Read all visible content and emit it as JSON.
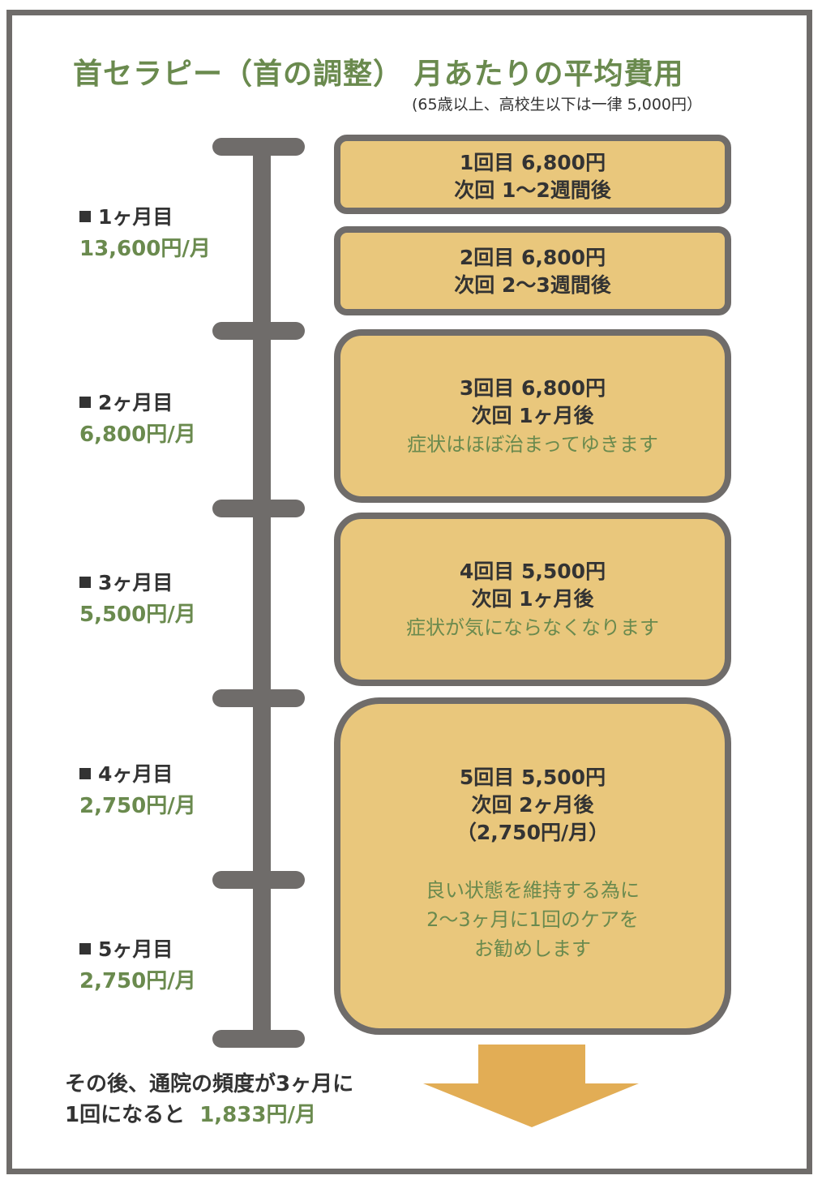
{
  "title": "首セラピー（首の調整） 月あたりの平均費用",
  "subtitle": "(65歳以上、高校生以下は一律 5,000円）",
  "months": [
    {
      "label": "1ヶ月目",
      "cost": "13,600円/月"
    },
    {
      "label": "2ヶ月目",
      "cost": "6,800円/月"
    },
    {
      "label": "3ヶ月目",
      "cost": "5,500円/月"
    },
    {
      "label": "4ヶ月目",
      "cost": "2,750円/月"
    },
    {
      "label": "5ヶ月目",
      "cost": "2,750円/月"
    }
  ],
  "visits": [
    {
      "price": "1回目 6,800円",
      "next": "次回 1〜2週間後"
    },
    {
      "price": "2回目 6,800円",
      "next": "次回 2〜3週間後"
    },
    {
      "price": "3回目 6,800円",
      "next": "次回 1ヶ月後",
      "note": "症状はほぼ治まってゆきます"
    },
    {
      "price": "4回目 5,500円",
      "next": "次回 1ヶ月後",
      "note": "症状が気にならなくなります"
    },
    {
      "price": "5回目 5,500円",
      "next": "次回 2ヶ月後",
      "per_month": "（2,750円/月）",
      "note_lines": [
        "良い状態を維持する為に",
        "2〜3ヶ月に1回のケアを",
        "お勧めします"
      ]
    }
  ],
  "after": {
    "line1": "その後、通院の頻度が3ヶ月に",
    "line2": "1回になると",
    "cost": "1,833円/月"
  },
  "colors": {
    "accent_green": "#6a8a4e",
    "box_fill": "#e9c77c",
    "frame_gray": "#6f6c6a",
    "arrow": "#e2ad55"
  }
}
